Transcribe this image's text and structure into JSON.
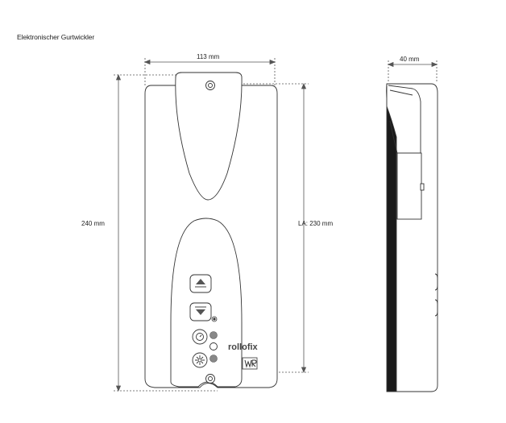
{
  "title": "Elektronischer Gurtwickler",
  "dimensions": {
    "width": "113 mm",
    "height": "240 mm",
    "la": "LA: 230 mm",
    "depth": "40 mm"
  },
  "brand": {
    "name": "rollofix",
    "logo_mark": "WR"
  },
  "colors": {
    "line": "#333333",
    "dim_line": "#555555",
    "led": "#888888",
    "back_panel": "#1a1a1a"
  }
}
